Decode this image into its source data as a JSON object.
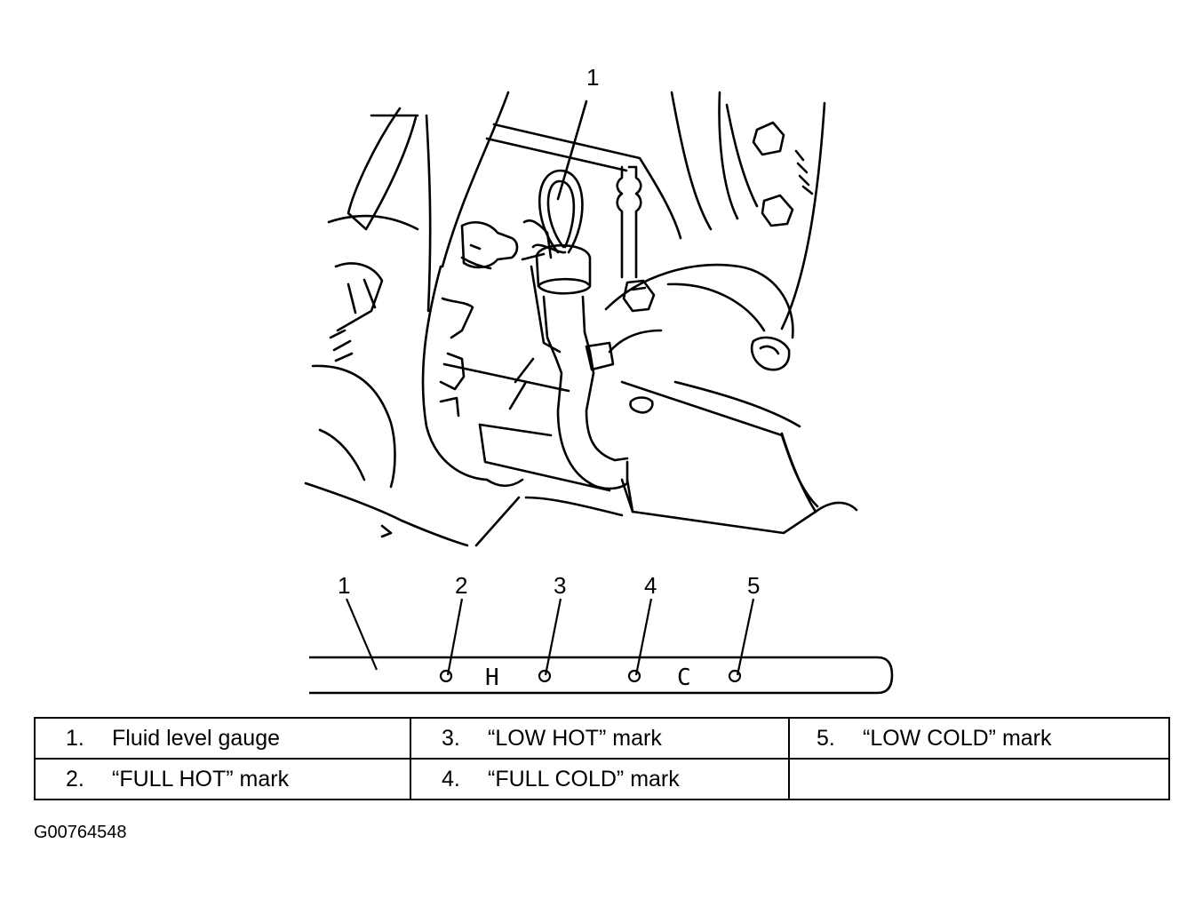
{
  "callouts": {
    "top": "1",
    "gauge_1": "1",
    "gauge_2": "2",
    "gauge_3": "3",
    "gauge_4": "4",
    "gauge_5": "5"
  },
  "gauge_marks": {
    "hot": "H",
    "cold": "C"
  },
  "legend": [
    {
      "num": "1.",
      "label": "Fluid level gauge"
    },
    {
      "num": "2.",
      "label": "“FULL HOT” mark"
    },
    {
      "num": "3.",
      "label": "“LOW HOT” mark"
    },
    {
      "num": "4.",
      "label": "“FULL COLD” mark"
    },
    {
      "num": "5.",
      "label": "“LOW COLD” mark"
    }
  ],
  "figure_id": "G00764548"
}
